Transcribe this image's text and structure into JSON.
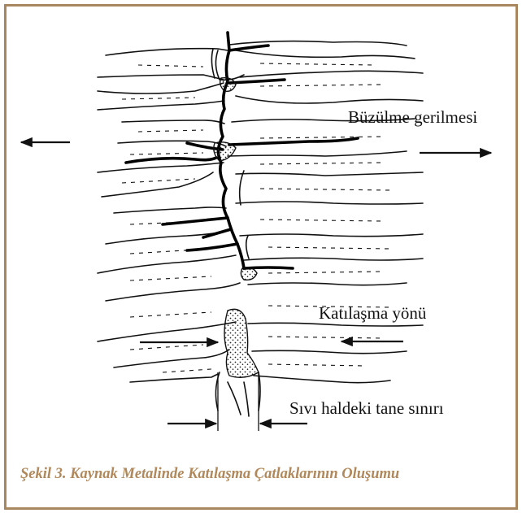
{
  "figure": {
    "labels": {
      "shrinkage_stress": "Büzülme gerilmesi",
      "solidification_direction": "Katılaşma yönü",
      "liquid_grain_boundary": "Sıvı haldeki tane sınırı"
    },
    "caption": "Şekil 3. Kaynak Metalinde Katılaşma Çatlaklarının Oluşumu",
    "colors": {
      "frame": "#a8875e",
      "caption": "#b0885a",
      "ink": "#111111"
    }
  }
}
